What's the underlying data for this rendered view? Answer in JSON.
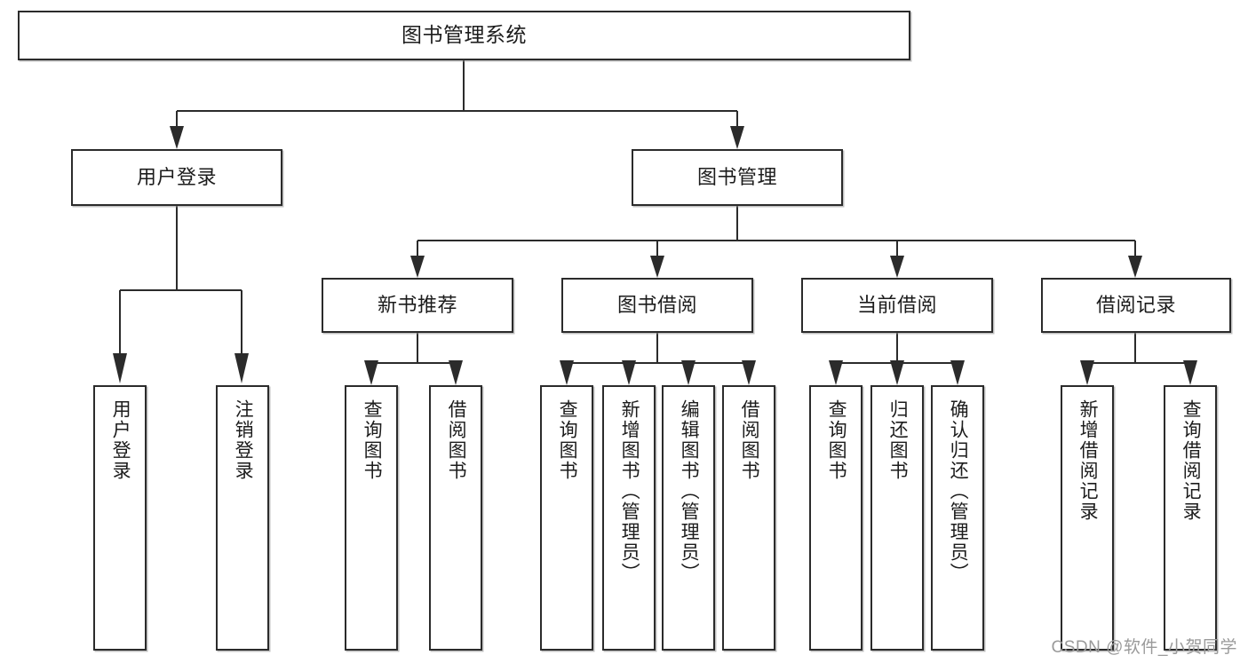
{
  "diagram": {
    "title": "图书管理系统",
    "type": "tree-hierarchy",
    "watermark": "CSDN @软件_小贺同学",
    "colors": {
      "stroke": "#2b2b2b",
      "fill": "#ffffff",
      "text": "#1c1c1c",
      "watermark": "#9a9a9a"
    }
  },
  "nodes": {
    "root": {
      "label": "图书管理系统"
    },
    "level2": [
      {
        "id": "user-login",
        "label": "用户登录"
      },
      {
        "id": "book-manage",
        "label": "图书管理"
      }
    ],
    "level3": [
      {
        "id": "new-book-rec",
        "label": "新书推荐"
      },
      {
        "id": "book-borrow",
        "label": "图书借阅"
      },
      {
        "id": "current-borrow",
        "label": "当前借阅"
      },
      {
        "id": "borrow-record",
        "label": "借阅记录"
      }
    ],
    "leaves": {
      "user-login": [
        {
          "id": "leaf-user-login",
          "label": "用户登录"
        },
        {
          "id": "leaf-logout",
          "label": "注销登录"
        }
      ],
      "new-book-rec": [
        {
          "id": "leaf-query-book-1",
          "label": "查询图书"
        },
        {
          "id": "leaf-borrow-book-1",
          "label": "借阅图书"
        }
      ],
      "book-borrow": [
        {
          "id": "leaf-query-book-2",
          "label": "查询图书"
        },
        {
          "id": "leaf-add-book",
          "label": "新增图书（管理员）"
        },
        {
          "id": "leaf-edit-book",
          "label": "编辑图书（管理员）"
        },
        {
          "id": "leaf-borrow-book-2",
          "label": "借阅图书"
        }
      ],
      "current-borrow": [
        {
          "id": "leaf-query-book-3",
          "label": "查询图书"
        },
        {
          "id": "leaf-return-book",
          "label": "归还图书"
        },
        {
          "id": "leaf-confirm-return",
          "label": "确认归还（管理员）"
        }
      ],
      "borrow-record": [
        {
          "id": "leaf-add-record",
          "label": "新增借阅记录"
        },
        {
          "id": "leaf-query-record",
          "label": "查询借阅记录"
        }
      ]
    }
  }
}
